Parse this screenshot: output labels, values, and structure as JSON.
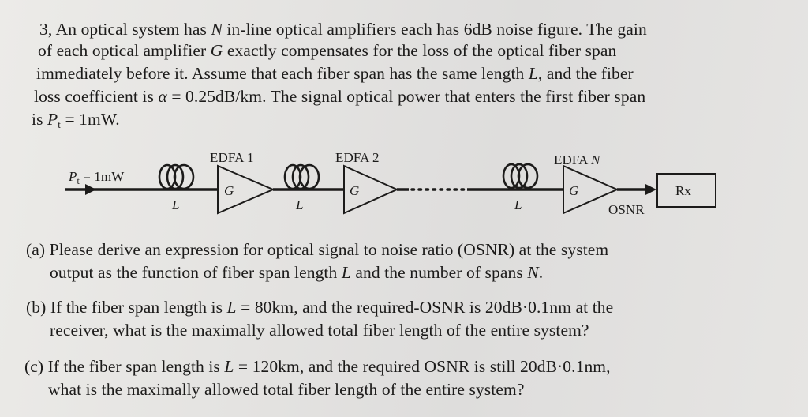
{
  "problem": {
    "number": "3,",
    "intro_lines": [
      {
        "pre": "An optical system has ",
        "var": "N",
        "post": " in-line optical amplifiers each has 6dB noise figure. The gain"
      },
      {
        "pre": "of each optical amplifier ",
        "var": "G",
        "post": " exactly compensates for the loss of the optical fiber span"
      },
      {
        "pre": "immediately before it. Assume that each fiber span has the same length ",
        "var": "L",
        "post": ", and the fiber"
      },
      {
        "pre": "loss coefficient is ",
        "var": "α",
        "post": " = 0.25dB/km. The signal optical power that enters the first fiber span"
      },
      {
        "pre": "is ",
        "var": "P",
        "sub": "t",
        "post": " = 1mW."
      }
    ]
  },
  "diagram": {
    "input_label": {
      "var": "P",
      "sub": "t",
      "value": " = 1mW"
    },
    "amplifiers": [
      {
        "label": "EDFA 1",
        "gain": "G"
      },
      {
        "label": "EDFA 2",
        "gain": "G"
      },
      {
        "label_pre": "EDFA ",
        "label_var": "N",
        "gain": "G"
      }
    ],
    "span_label": "L",
    "output_label": "OSNR",
    "receiver_label": "Rx"
  },
  "questions": [
    {
      "tag": "(a)",
      "line1": "Please derive an expression for optical signal to noise ratio (OSNR) at the system",
      "line2_pre": "output as the function of fiber span length ",
      "line2_var1": "L",
      "line2_mid": " and the number of spans ",
      "line2_var2": "N",
      "line2_post": "."
    },
    {
      "tag": "(b)",
      "line1_pre": "If the fiber span length is ",
      "line1_var": "L",
      "line1_post": " = 80km, and the required-OSNR is 20dB·0.1nm at the",
      "line2": "receiver, what is the maximally allowed total fiber length of the entire system?"
    },
    {
      "tag": "(c)",
      "line1_pre": "If the fiber span length is ",
      "line1_var": "L",
      "line1_post": " = 120km, and the required OSNR is still 20dB·0.1nm,",
      "line2": "what is the maximally allowed total fiber length of the entire system?"
    }
  ]
}
